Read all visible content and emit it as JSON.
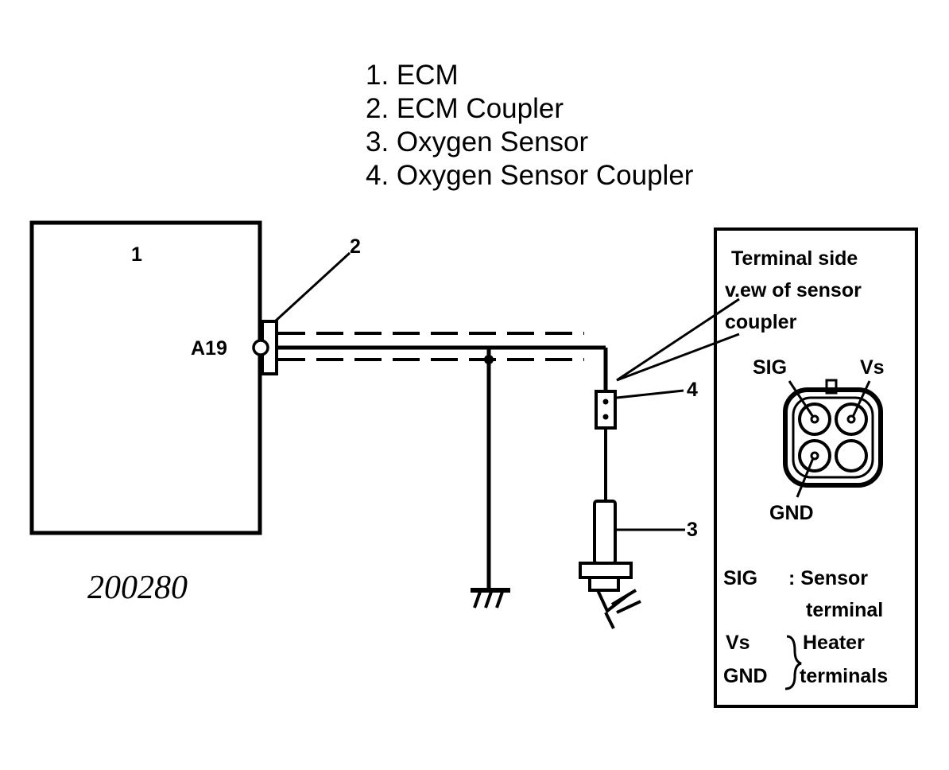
{
  "legend": {
    "items": [
      "1. ECM",
      "2. ECM Coupler",
      "3. Oxygen Sensor",
      "4. Oxygen Sensor Coupler"
    ]
  },
  "callouts": {
    "ecm": "1",
    "ecm_coupler": "2",
    "oxygen_sensor": "3",
    "sensor_coupler": "4"
  },
  "terminal_label": "A19",
  "figure_number": "200280",
  "inset": {
    "title_lines": [
      "Terminal side",
      "v.ew of sensor",
      "coupler"
    ],
    "pin_sig": "SIG",
    "pin_vs": "Vs",
    "pin_gnd": "GND",
    "key_sig": "SIG",
    "key_sig_sep": ": Sensor",
    "key_sig_desc2": "terminal",
    "key_vs": "Vs",
    "key_gnd": "GND",
    "key_heater_1": "Heater",
    "key_heater_2": "terminals"
  }
}
